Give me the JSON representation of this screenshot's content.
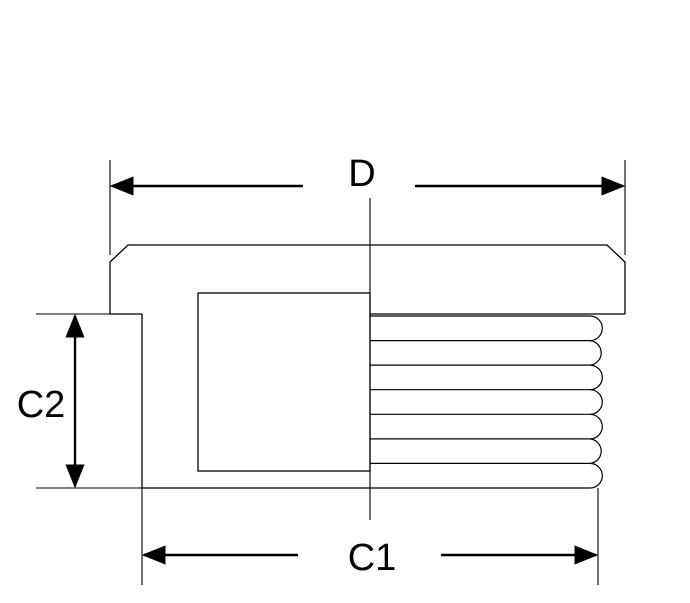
{
  "diagram": {
    "dimensions": {
      "d_label": "D",
      "c1_label": "C1",
      "c2_label": "C2"
    },
    "colors": {
      "line": "#000000",
      "background": "#ffffff"
    },
    "thread_count": 7
  }
}
